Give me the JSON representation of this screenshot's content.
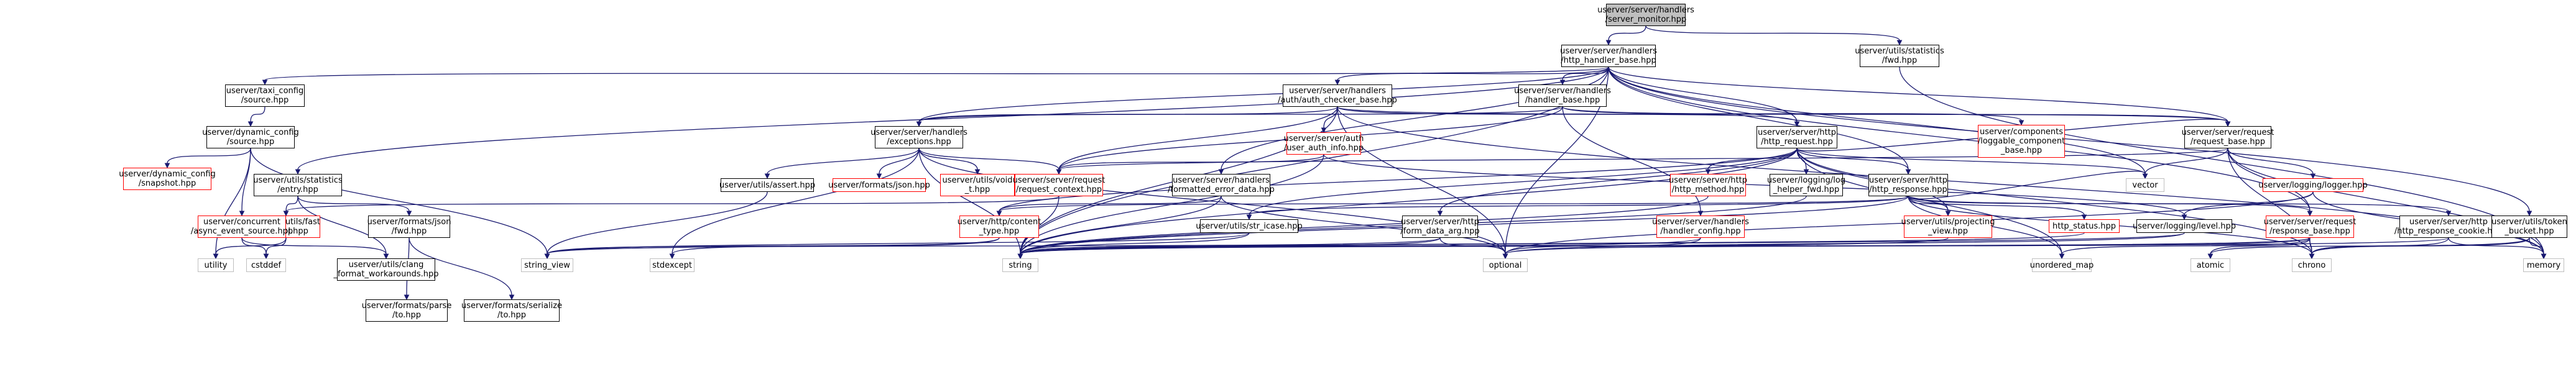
{
  "colors": {
    "edge": "#191970",
    "root_fill": "#bfbfbf",
    "node_border": "#000000",
    "missing_border": "#ff0000",
    "system_border": "#bfbfbf"
  },
  "nodes": [
    {
      "id": "root",
      "label": "userver/server/handlers\n/server_monitor.hpp",
      "style": "root"
    },
    {
      "id": "http_handler_base",
      "label": "userver/server/handlers\n/http_handler_base.hpp",
      "style": "normal"
    },
    {
      "id": "fwd",
      "label": "userver/utils/statistics\n/fwd.hpp",
      "style": "normal"
    },
    {
      "id": "taxi_source",
      "label": "userver/taxi_config\n/source.hpp",
      "style": "normal"
    },
    {
      "id": "dyn_source",
      "label": "userver/dynamic_config\n/source.hpp",
      "style": "normal"
    },
    {
      "id": "auth_checker_base",
      "label": "userver/server/handlers\n/auth/auth_checker_base.hpp",
      "style": "normal"
    },
    {
      "id": "handler_base",
      "label": "userver/server/handlers\n/handler_base.hpp",
      "style": "normal"
    },
    {
      "id": "exceptions",
      "label": "userver/server/handlers\n/exceptions.hpp",
      "style": "normal"
    },
    {
      "id": "loggable_component",
      "label": "userver/components\n/loggable_component\n_base.hpp",
      "style": "missing"
    },
    {
      "id": "user_auth_info",
      "label": "userver/server/auth\n/user_auth_info.hpp",
      "style": "missing"
    },
    {
      "id": "http_request",
      "label": "userver/server/http\n/http_request.hpp",
      "style": "normal"
    },
    {
      "id": "request_base",
      "label": "userver/server/request\n/request_base.hpp",
      "style": "normal"
    },
    {
      "id": "snapshot",
      "label": "userver/dynamic_config\n/snapshot.hpp",
      "style": "missing"
    },
    {
      "id": "stat_entry",
      "label": "userver/utils/statistics\n/entry.hpp",
      "style": "normal"
    },
    {
      "id": "utils_assert",
      "label": "userver/utils/assert.hpp",
      "style": "normal"
    },
    {
      "id": "formats_json",
      "label": "userver/formats/json.hpp",
      "style": "missing"
    },
    {
      "id": "void_t",
      "label": "userver/utils/void\n_t.hpp",
      "style": "missing"
    },
    {
      "id": "request_context",
      "label": "userver/server/request\n/request_context.hpp",
      "style": "missing"
    },
    {
      "id": "formatted_error",
      "label": "userver/server/handlers\n/formatted_error_data.hpp",
      "style": "normal"
    },
    {
      "id": "http_method",
      "label": "userver/server/http\n/http_method.hpp",
      "style": "missing"
    },
    {
      "id": "log_helper_fwd",
      "label": "userver/logging/log\n_helper_fwd.hpp",
      "style": "normal"
    },
    {
      "id": "http_response",
      "label": "userver/server/http\n/http_response.hpp",
      "style": "normal"
    },
    {
      "id": "vector",
      "label": "vector",
      "style": "system"
    },
    {
      "id": "logger",
      "label": "userver/logging/logger.hpp",
      "style": "missing"
    },
    {
      "id": "fast_pimpl",
      "label": "userver/utils/fast\n_pimpl.hpp",
      "style": "missing"
    },
    {
      "id": "async_event_source",
      "label": "userver/concurrent\n/async_event_source.hpp",
      "style": "missing"
    },
    {
      "id": "json_fwd",
      "label": "userver/formats/json\n/fwd.hpp",
      "style": "normal"
    },
    {
      "id": "content_type",
      "label": "userver/http/content\n_type.hpp",
      "style": "missing"
    },
    {
      "id": "str_icase",
      "label": "userver/utils/str_icase.hpp",
      "style": "normal"
    },
    {
      "id": "form_data_arg",
      "label": "userver/server/http\n/form_data_arg.hpp",
      "style": "normal"
    },
    {
      "id": "handler_config",
      "label": "userver/server/handlers\n/handler_config.hpp",
      "style": "missing"
    },
    {
      "id": "projecting_view",
      "label": "userver/utils/projecting\n_view.hpp",
      "style": "missing"
    },
    {
      "id": "http_status",
      "label": "http_status.hpp",
      "style": "missing"
    },
    {
      "id": "log_level",
      "label": "userver/logging/level.hpp",
      "style": "normal"
    },
    {
      "id": "response_base",
      "label": "userver/server/request\n/response_base.hpp",
      "style": "missing"
    },
    {
      "id": "response_cookie",
      "label": "userver/server/http\n/http_response_cookie.hpp",
      "style": "normal"
    },
    {
      "id": "token_bucket",
      "label": "userver/utils/token\n_bucket.hpp",
      "style": "normal"
    },
    {
      "id": "memory",
      "label": "memory",
      "style": "system"
    },
    {
      "id": "utility",
      "label": "utility",
      "style": "system"
    },
    {
      "id": "cstddef",
      "label": "cstddef",
      "style": "system"
    },
    {
      "id": "clang_fmt",
      "label": "userver/utils/clang\n_format_workarounds.hpp",
      "style": "normal"
    },
    {
      "id": "formats_parse",
      "label": "userver/formats/parse\n/to.hpp",
      "style": "normal"
    },
    {
      "id": "formats_serialize",
      "label": "userver/formats/serialize\n/to.hpp",
      "style": "normal"
    },
    {
      "id": "string_view",
      "label": "string_view",
      "style": "system"
    },
    {
      "id": "stdexcept",
      "label": "stdexcept",
      "style": "system"
    },
    {
      "id": "string",
      "label": "string",
      "style": "system"
    },
    {
      "id": "optional",
      "label": "optional",
      "style": "system"
    },
    {
      "id": "unordered_map",
      "label": "unordered_map",
      "style": "system"
    },
    {
      "id": "atomic",
      "label": "atomic",
      "style": "system"
    },
    {
      "id": "chrono",
      "label": "chrono",
      "style": "system"
    }
  ],
  "edges": [
    [
      "root",
      "http_handler_base"
    ],
    [
      "root",
      "fwd"
    ],
    [
      "http_handler_base",
      "taxi_source"
    ],
    [
      "http_handler_base",
      "auth_checker_base"
    ],
    [
      "http_handler_base",
      "handler_base"
    ],
    [
      "http_handler_base",
      "exceptions"
    ],
    [
      "http_handler_base",
      "http_request"
    ],
    [
      "http_handler_base",
      "request_base"
    ],
    [
      "http_handler_base",
      "stat_entry"
    ],
    [
      "http_handler_base",
      "formatted_error"
    ],
    [
      "http_handler_base",
      "http_response"
    ],
    [
      "http_handler_base",
      "vector"
    ],
    [
      "http_handler_base",
      "response_base"
    ],
    [
      "http_handler_base",
      "token_bucket"
    ],
    [
      "http_handler_base",
      "optional"
    ],
    [
      "http_handler_base",
      "string"
    ],
    [
      "fwd",
      "memory"
    ],
    [
      "taxi_source",
      "dyn_source"
    ],
    [
      "dyn_source",
      "snapshot"
    ],
    [
      "dyn_source",
      "async_event_source"
    ],
    [
      "dyn_source",
      "utility"
    ],
    [
      "dyn_source",
      "string_view"
    ],
    [
      "auth_checker_base",
      "exceptions"
    ],
    [
      "auth_checker_base",
      "user_auth_info"
    ],
    [
      "auth_checker_base",
      "http_request"
    ],
    [
      "auth_checker_base",
      "request_context"
    ],
    [
      "auth_checker_base",
      "request_base"
    ],
    [
      "auth_checker_base",
      "memory"
    ],
    [
      "auth_checker_base",
      "optional"
    ],
    [
      "auth_checker_base",
      "string"
    ],
    [
      "handler_base",
      "exceptions"
    ],
    [
      "handler_base",
      "loggable_component"
    ],
    [
      "handler_base",
      "request_base"
    ],
    [
      "handler_base",
      "request_context"
    ],
    [
      "handler_base",
      "handler_config"
    ],
    [
      "exceptions",
      "utils_assert"
    ],
    [
      "exceptions",
      "formats_json"
    ],
    [
      "exceptions",
      "void_t"
    ],
    [
      "exceptions",
      "request_context"
    ],
    [
      "exceptions",
      "string"
    ],
    [
      "exceptions",
      "stdexcept"
    ],
    [
      "exceptions",
      "optional"
    ],
    [
      "user_auth_info",
      "request_context"
    ],
    [
      "user_auth_info",
      "string"
    ],
    [
      "user_auth_info",
      "log_level"
    ],
    [
      "http_request",
      "http_method"
    ],
    [
      "http_request",
      "log_helper_fwd"
    ],
    [
      "http_request",
      "http_response"
    ],
    [
      "http_request",
      "vector"
    ],
    [
      "http_request",
      "chrono"
    ],
    [
      "http_request",
      "string"
    ],
    [
      "http_request",
      "form_data_arg"
    ],
    [
      "http_request",
      "projecting_view"
    ],
    [
      "http_request",
      "str_icase"
    ],
    [
      "http_request",
      "request_base"
    ],
    [
      "http_request",
      "content_type"
    ],
    [
      "http_request",
      "unordered_map"
    ],
    [
      "request_base",
      "vector"
    ],
    [
      "request_base",
      "logger"
    ],
    [
      "request_base",
      "response_base"
    ],
    [
      "request_base",
      "chrono"
    ],
    [
      "request_base",
      "memory"
    ],
    [
      "request_base",
      "request_context"
    ],
    [
      "stat_entry",
      "fast_pimpl"
    ],
    [
      "stat_entry",
      "json_fwd"
    ],
    [
      "stat_entry",
      "clang_fmt"
    ],
    [
      "utils_assert",
      "string_view"
    ],
    [
      "request_context",
      "fast_pimpl"
    ],
    [
      "request_context",
      "string"
    ],
    [
      "formatted_error",
      "content_type"
    ],
    [
      "formatted_error",
      "string"
    ],
    [
      "formatted_error",
      "optional"
    ],
    [
      "http_method",
      "string"
    ],
    [
      "log_helper_fwd",
      "string"
    ],
    [
      "http_response",
      "content_type"
    ],
    [
      "http_response",
      "http_status"
    ],
    [
      "http_response",
      "projecting_view"
    ],
    [
      "http_response",
      "response_base"
    ],
    [
      "http_response",
      "response_cookie"
    ],
    [
      "http_response",
      "str_icase"
    ],
    [
      "http_response",
      "string"
    ],
    [
      "http_response",
      "unordered_map"
    ],
    [
      "http_response",
      "chrono"
    ],
    [
      "http_response",
      "vector"
    ],
    [
      "logger",
      "log_level"
    ],
    [
      "logger",
      "memory"
    ],
    [
      "logger",
      "optional"
    ],
    [
      "fast_pimpl",
      "utility"
    ],
    [
      "fast_pimpl",
      "cstddef"
    ],
    [
      "async_event_source",
      "clang_fmt"
    ],
    [
      "async_event_source",
      "cstddef"
    ],
    [
      "json_fwd",
      "formats_parse"
    ],
    [
      "json_fwd",
      "formats_serialize"
    ],
    [
      "content_type",
      "string_view"
    ],
    [
      "content_type",
      "stdexcept"
    ],
    [
      "str_icase",
      "string"
    ],
    [
      "str_icase",
      "string_view"
    ],
    [
      "form_data_arg",
      "string"
    ],
    [
      "form_data_arg",
      "optional"
    ],
    [
      "form_data_arg",
      "string_view"
    ],
    [
      "handler_config",
      "optional"
    ],
    [
      "handler_config",
      "string"
    ],
    [
      "projecting_view",
      "string"
    ],
    [
      "http_status",
      "string"
    ],
    [
      "log_level",
      "optional"
    ],
    [
      "log_level",
      "string"
    ],
    [
      "response_base",
      "optional"
    ],
    [
      "response_base",
      "string"
    ],
    [
      "response_base",
      "atomic"
    ],
    [
      "response_base",
      "chrono"
    ],
    [
      "response_base",
      "unordered_map"
    ],
    [
      "response_cookie",
      "chrono"
    ],
    [
      "response_cookie",
      "memory"
    ],
    [
      "response_cookie",
      "string"
    ],
    [
      "token_bucket",
      "atomic"
    ],
    [
      "token_bucket",
      "chrono"
    ],
    [
      "token_bucket",
      "memory"
    ]
  ]
}
